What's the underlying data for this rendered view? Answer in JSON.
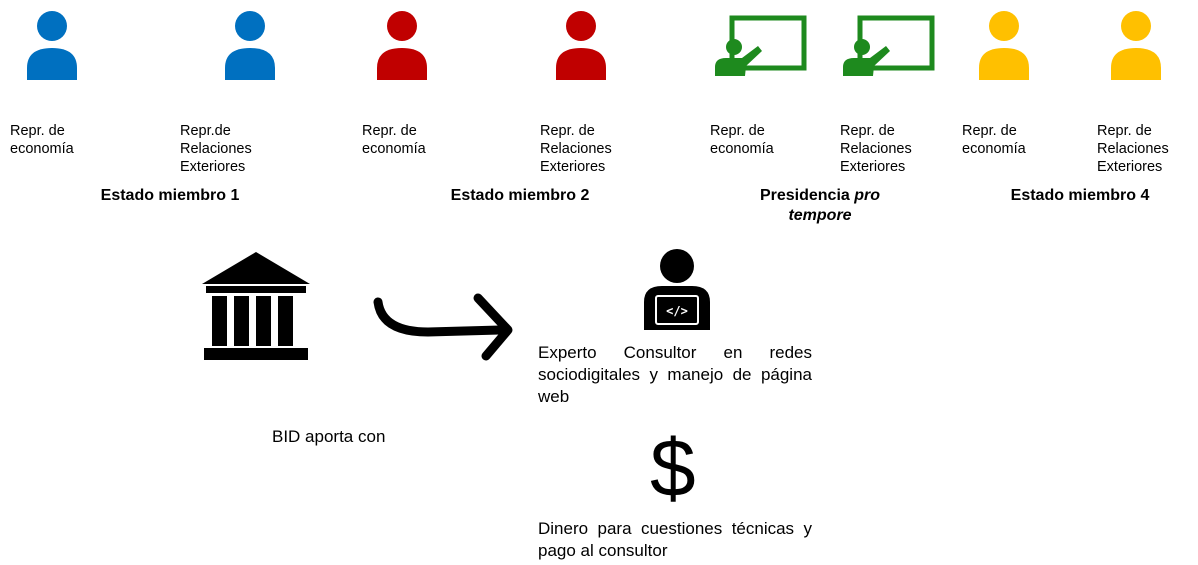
{
  "colors": {
    "member1": "#0070c0",
    "member2": "#c00000",
    "presidency": "#1e8a1e",
    "member4": "#ffc000",
    "icon_black": "#000000"
  },
  "representatives": [
    {
      "label": "Repr. de\neconomía",
      "icon": "person-icon",
      "color": "member1"
    },
    {
      "label": "Repr.de\nRelaciones\nExteriores",
      "icon": "person-icon",
      "color": "member1"
    },
    {
      "label": "Repr. de\neconomía",
      "icon": "person-icon",
      "color": "member2"
    },
    {
      "label": "Repr. de\nRelaciones\nExteriores",
      "icon": "person-icon",
      "color": "member2"
    },
    {
      "label": "Repr. de\neconomía",
      "icon": "presenter-board-icon",
      "color": "presidency"
    },
    {
      "label": "Repr. de\nRelaciones\nExteriores",
      "icon": "presenter-board-icon",
      "color": "presidency"
    },
    {
      "label": "Repr. de\neconomía",
      "icon": "person-icon",
      "color": "member4"
    },
    {
      "label": "Repr. de\nRelaciones\nExteriores",
      "icon": "person-icon",
      "color": "member4"
    }
  ],
  "groups": {
    "member1": "Estado miembro 1",
    "member2": "Estado miembro 2",
    "presidency_prefix": "Presidencia ",
    "presidency_italic_1": "pro",
    "presidency_italic_2": "tempore",
    "member4": "Estado miembro 4"
  },
  "bid": {
    "icon": "bank-icon",
    "label": "BID aporta con",
    "arrow_icon": "curved-arrow-icon"
  },
  "contributions": {
    "expert_icon": "developer-laptop-icon",
    "expert_text": "Experto Consultor en redes sociodigitales y manejo de página web",
    "money_icon": "dollar-icon",
    "money_symbol": "$",
    "money_text": "Dinero para cuestiones técnicas y pago al consultor"
  }
}
